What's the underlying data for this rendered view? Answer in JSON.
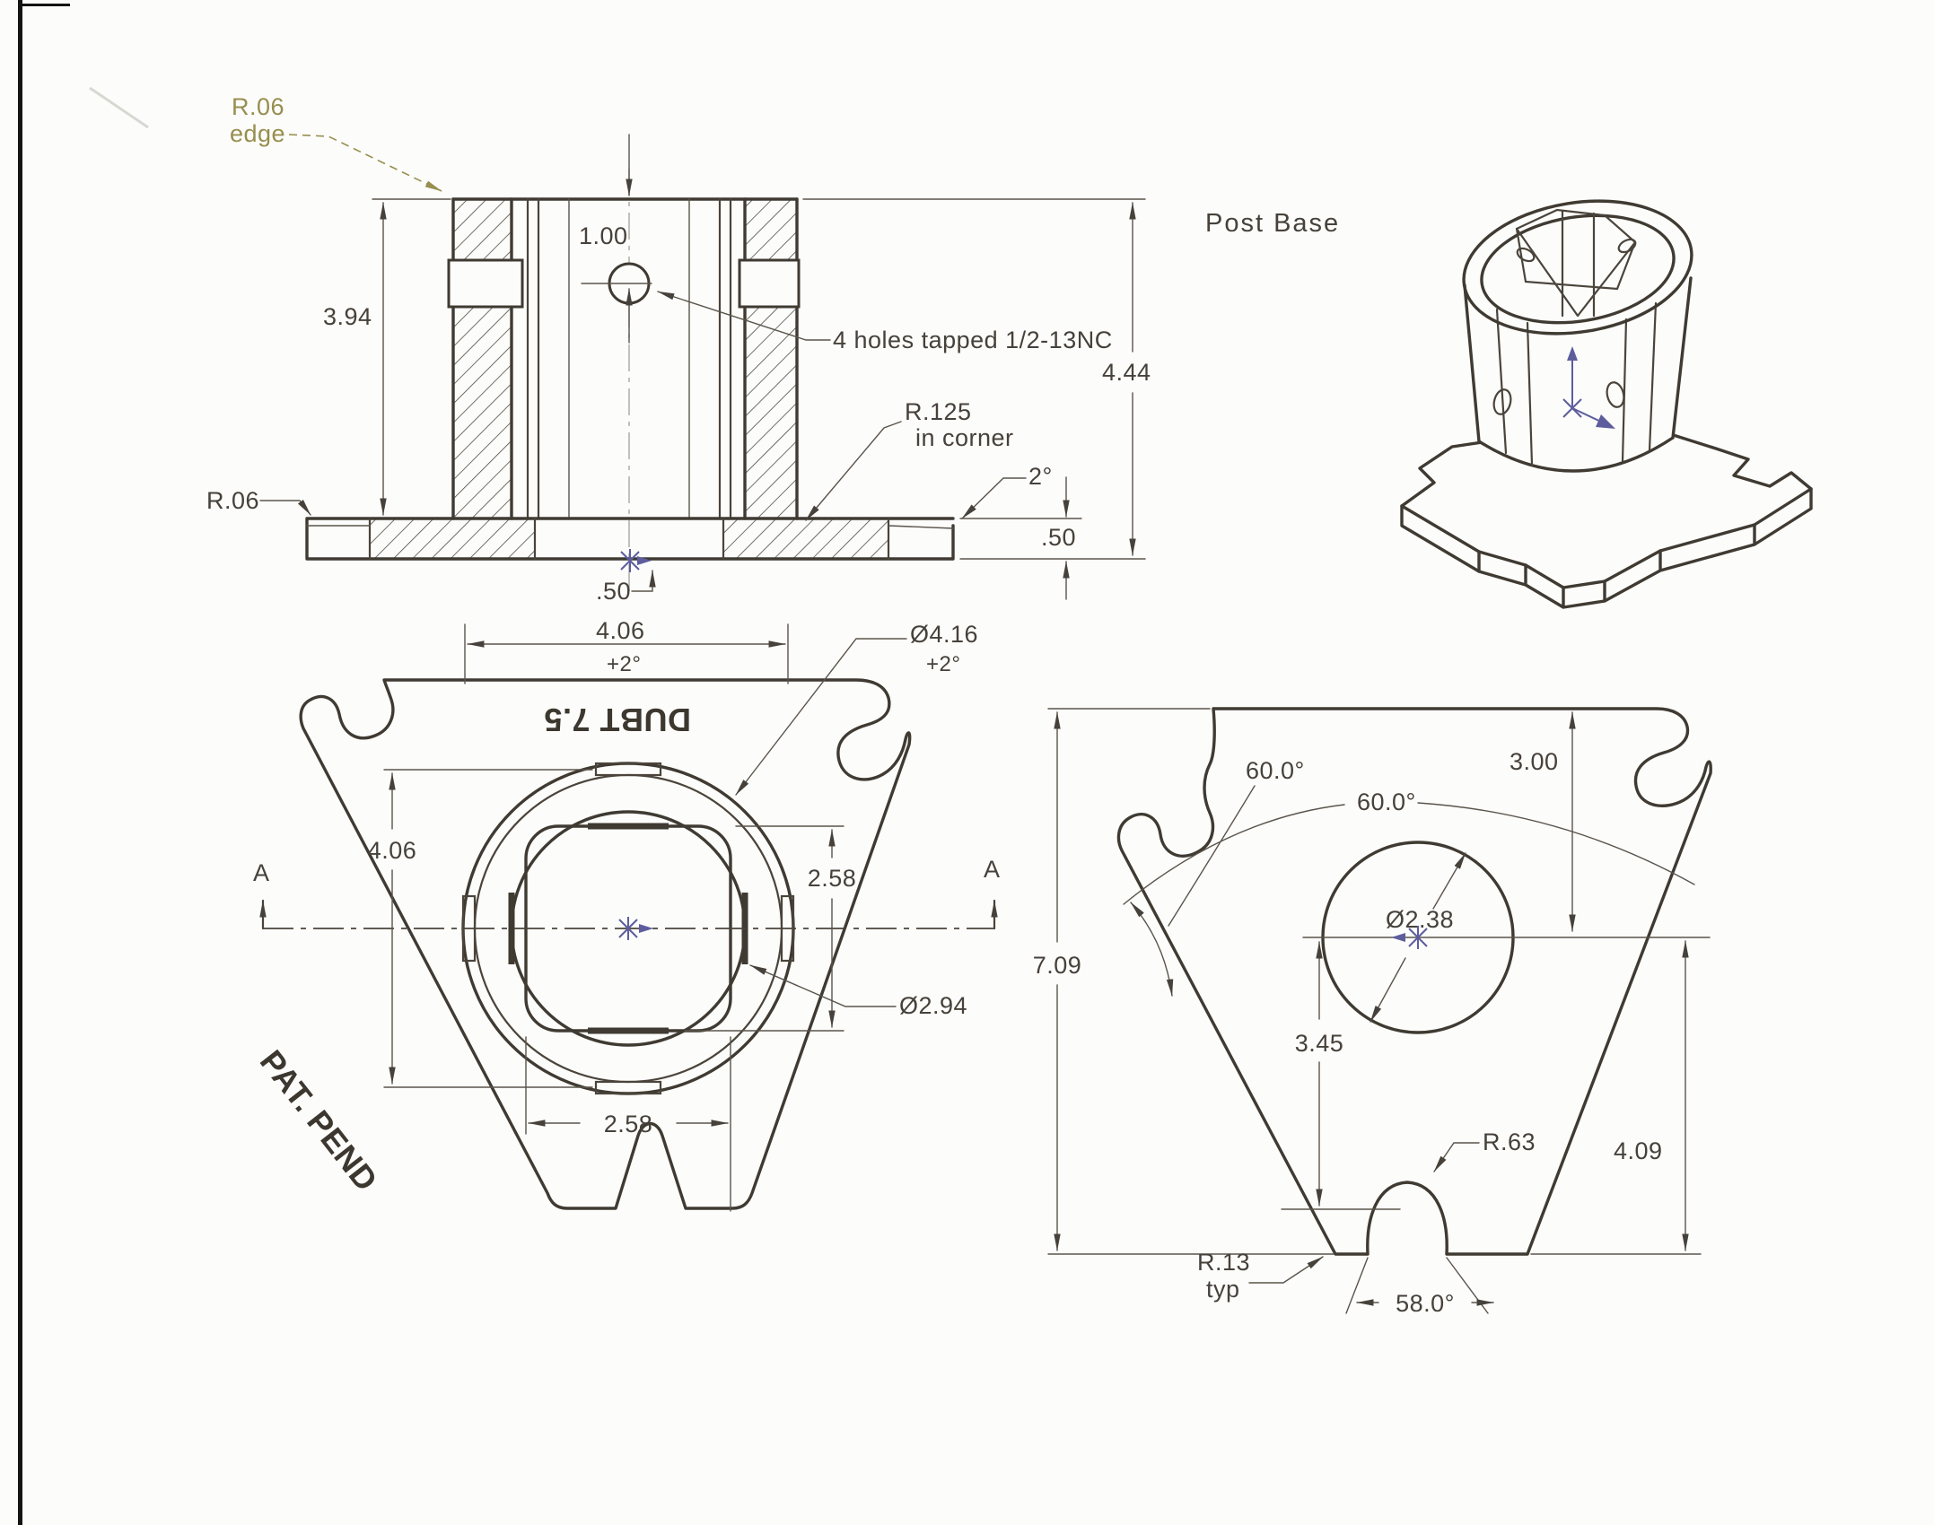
{
  "drawing": {
    "part_caption": "Post Base",
    "front_view": {
      "edge_callout_radius": "R.06",
      "edge_callout_note": "edge",
      "dim_hole_from_top": "1.00",
      "dim_wall_height": "3.94",
      "note_tapped_holes": "4 holes tapped 1/2-13NC",
      "corner_callout_radius": "R.125",
      "corner_callout_note": "in corner",
      "dim_draft_angle": "2°",
      "dim_overall_height": "4.44",
      "dim_flange_thickness": ".50",
      "flange_edge_callout": "R.06",
      "dim_base_offset": ".50"
    },
    "top_view": {
      "dim_width_top": "4.06",
      "dim_width_top_tol": "+2°",
      "outer_dia_callout": "Ø4.16",
      "outer_dia_tol": "+2°",
      "dim_height_left": "4.06",
      "dim_bore_height": "2.58",
      "bore_dia_callout": "Ø2.94",
      "dim_bore_width": "2.58",
      "section_label_left": "A",
      "section_label_right": "A",
      "stamp_model": "DUBT 7.5",
      "stamp_patent": "PAT. PEND"
    },
    "profile_view": {
      "dim_angle_left": "60.0°",
      "dim_angle_span": "60.0°",
      "dim_top_to_center": "3.00",
      "hole_dia_callout": "Ø2.38",
      "dim_overall_height": "7.09",
      "dim_center_to_shelf": "3.45",
      "bump_radius_callout": "R.63",
      "dim_center_to_base": "4.09",
      "fillet_callout_radius": "R.13",
      "fillet_callout_note": "typ",
      "dim_notch_angle": "58.0°"
    },
    "colors": {
      "line": "#3f3a32",
      "dimension": "#46413a",
      "edge_callout_accent": "#978e4f",
      "origin_marker_accent": "#5d5d9e",
      "paper": "#fcfcfa"
    }
  }
}
